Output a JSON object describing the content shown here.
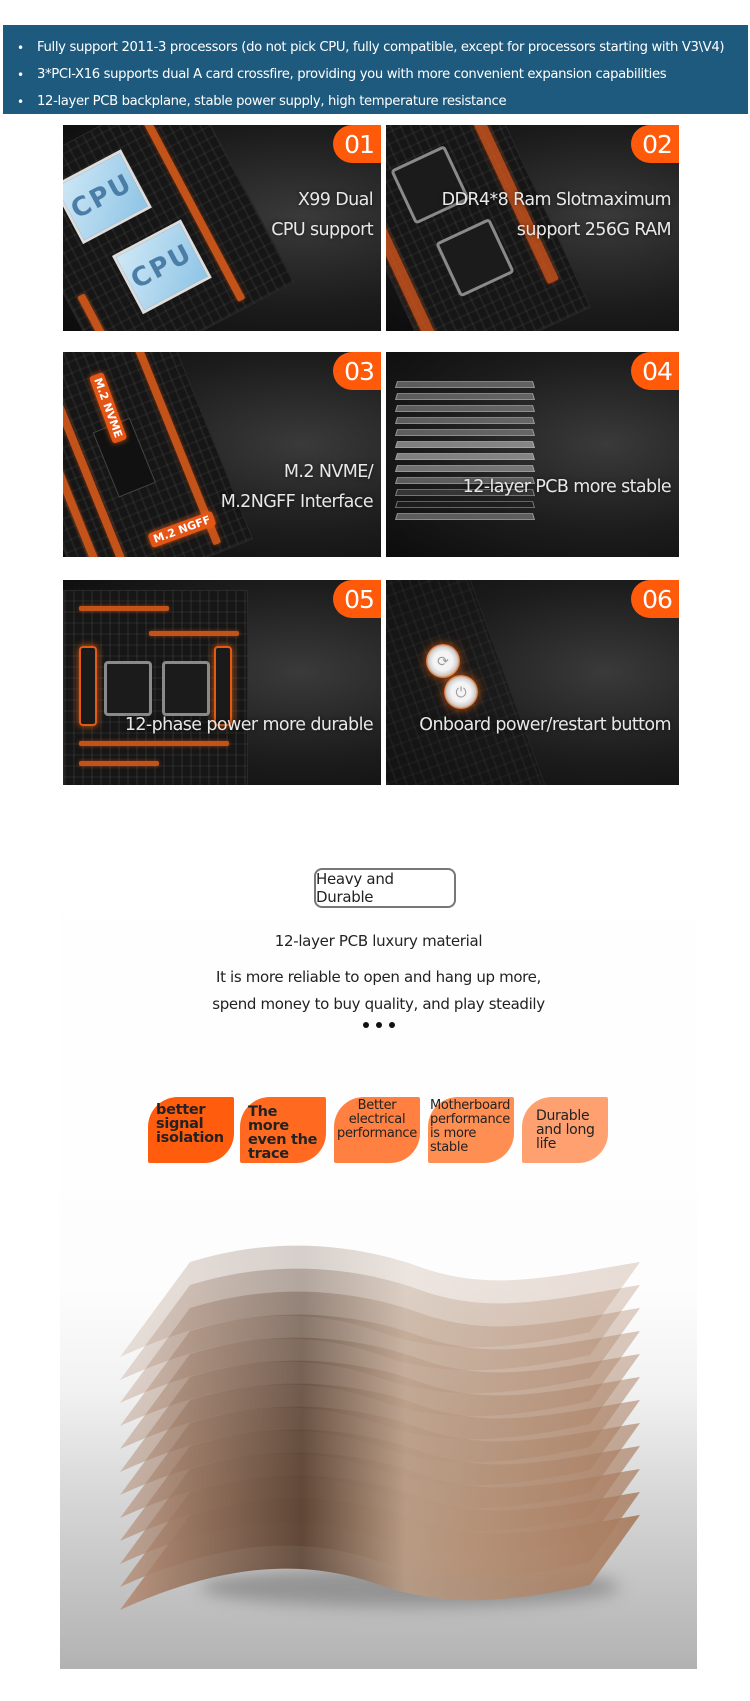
{
  "banner": {
    "background": "#1e5a7e",
    "bullets": [
      "Fully support 2011-3 processors (do not pick CPU, fully compatible, except for processors starting with V3\\V4)",
      "3*PCI-X16 supports dual A card crossfire, providing you with more convenient expansion capabilities",
      "12-layer PCB backplane, stable power supply, high temperature resistance"
    ]
  },
  "features": {
    "accent": "#ff5a0a",
    "cards": [
      {
        "num": "01",
        "title_lines": [
          "X99 Dual",
          "CPU support"
        ],
        "art_labels": [
          "CPU",
          "CPU"
        ]
      },
      {
        "num": "02",
        "title_lines": [
          "DDR4*8 Ram Slotmaximum",
          "support 256G RAM"
        ]
      },
      {
        "num": "03",
        "title_lines": [
          "M.2 NVME/",
          "M.2NGFF Interface"
        ],
        "art_labels": [
          "M.2 NVME",
          "M.2 NGFF"
        ]
      },
      {
        "num": "04",
        "title_lines": [
          "12-layer PCB more stable"
        ]
      },
      {
        "num": "05",
        "title_lines": [
          "12-phase power more durable"
        ]
      },
      {
        "num": "06",
        "title_lines": [
          "Onboard power/restart buttom"
        ]
      }
    ]
  },
  "durability": {
    "pill_label": "Heavy and Durable",
    "subheading": "12-layer PCB luxury material",
    "description_lines": [
      "It is more reliable to open and hang up more,",
      "spend money to buy quality, and play steadily"
    ],
    "petals": [
      {
        "lines": [
          "better",
          "signal",
          "isolation"
        ],
        "color": "#ff5c0e"
      },
      {
        "lines": [
          "The more",
          "even the",
          "trace"
        ],
        "color": "#ff6a20"
      },
      {
        "lines": [
          "Better",
          "electrical",
          "performance"
        ],
        "color": "#ff8040"
      },
      {
        "lines": [
          "Motherboard",
          "performance",
          "is more",
          "stable"
        ],
        "color": "#ff8e52"
      },
      {
        "lines": [
          "Durable",
          "and long",
          "life"
        ],
        "color": "#ffa070"
      }
    ],
    "sheet_count": 12
  }
}
